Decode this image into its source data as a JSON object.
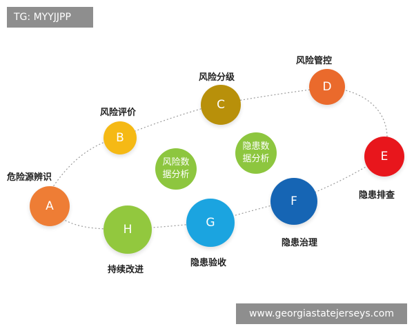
{
  "watermark": {
    "top_left": "TG: MYYJJPP",
    "bottom_right": "www.georgiastatejerseys.com"
  },
  "nodes": [
    {
      "id": "A",
      "letter": "A",
      "label": "危险源辨识",
      "color": "#ee7d35"
    },
    {
      "id": "B",
      "letter": "B",
      "label": "风险评价",
      "color": "#f5b915"
    },
    {
      "id": "C",
      "letter": "C",
      "label": "风险分级",
      "color": "#b8900a"
    },
    {
      "id": "D",
      "letter": "D",
      "label": "风险管控",
      "color": "#ea6a2c"
    },
    {
      "id": "E",
      "letter": "E",
      "label": "隐患排查",
      "color": "#e8161c"
    },
    {
      "id": "F",
      "letter": "F",
      "label": "隐患治理",
      "color": "#1665b4"
    },
    {
      "id": "G",
      "letter": "G",
      "label": "隐患验收",
      "color": "#1ba4e0"
    },
    {
      "id": "H",
      "letter": "H",
      "label": "持续改进",
      "color": "#92c83e"
    }
  ],
  "inner_circles": [
    {
      "id": "risk-data",
      "line1": "风险数",
      "line2": "据分析"
    },
    {
      "id": "hazard-data",
      "line1": "隐患数",
      "line2": "据分析"
    }
  ]
}
